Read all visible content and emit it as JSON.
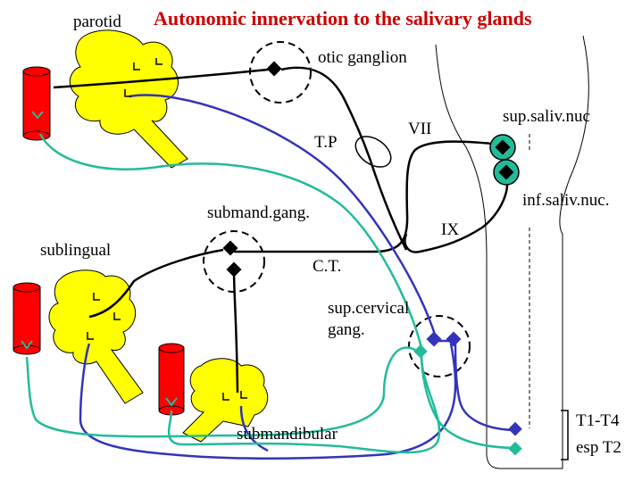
{
  "title": "Autonomic innervation to the salivary glands",
  "labels": {
    "parotid": "parotid",
    "otic_ganglion": "otic ganglion",
    "tp": "T.P",
    "vii": "VII",
    "sup_saliv_nuc": "sup.saliv.nuc",
    "inf_saliv_nuc": "inf.saliv.nuc.",
    "submand_gang": "submand.gang.",
    "ix": "IX",
    "sublingual": "sublingual",
    "ct": "C.T.",
    "sup_cervical_line1": "sup.cervical",
    "sup_cervical_line2": "gang.",
    "submandibular": "submandibular",
    "t1_t4": "T1-T4",
    "esp_t2": "esp T2"
  },
  "colors": {
    "title": "#cc0000",
    "gland": "#ffff00",
    "vessel": "#ff0000",
    "parasympathetic": "#000000",
    "sympathetic_pre": "#3333bb",
    "sympathetic_post": "#22bb99"
  }
}
